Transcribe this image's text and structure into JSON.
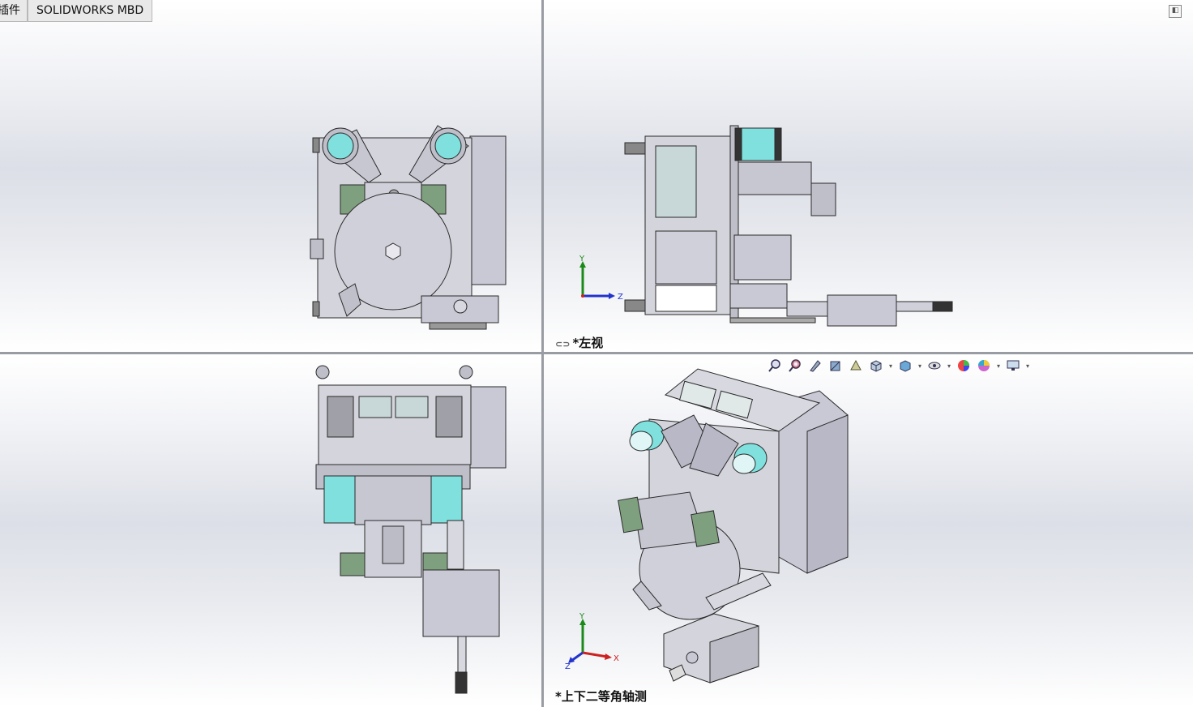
{
  "tabs": {
    "addins_label": "插件",
    "mbd_label": "SOLIDWORKS MBD"
  },
  "viewports": {
    "top_right": {
      "view_name": "*左视",
      "link_icon": "link-icon"
    },
    "bottom_right": {
      "view_name": "*上下二等角轴测"
    }
  },
  "triad": {
    "x": "X",
    "y": "Y",
    "z": "Z"
  },
  "hud_icons": [
    "zoom-to-fit-icon",
    "zoom-area-icon",
    "previous-view-icon",
    "section-view-icon",
    "dynamic-annotation-icon",
    "view-orientation-icon",
    "display-style-icon",
    "hide-show-icon",
    "edit-appearance-icon",
    "apply-scene-icon",
    "view-settings-icon"
  ],
  "colors": {
    "frame": "#d4d4dc",
    "panel": "#c9c9d6",
    "green_block": "#7fa07f",
    "cyan_roll": "#7fe0de",
    "outline": "#2a2a2a"
  }
}
